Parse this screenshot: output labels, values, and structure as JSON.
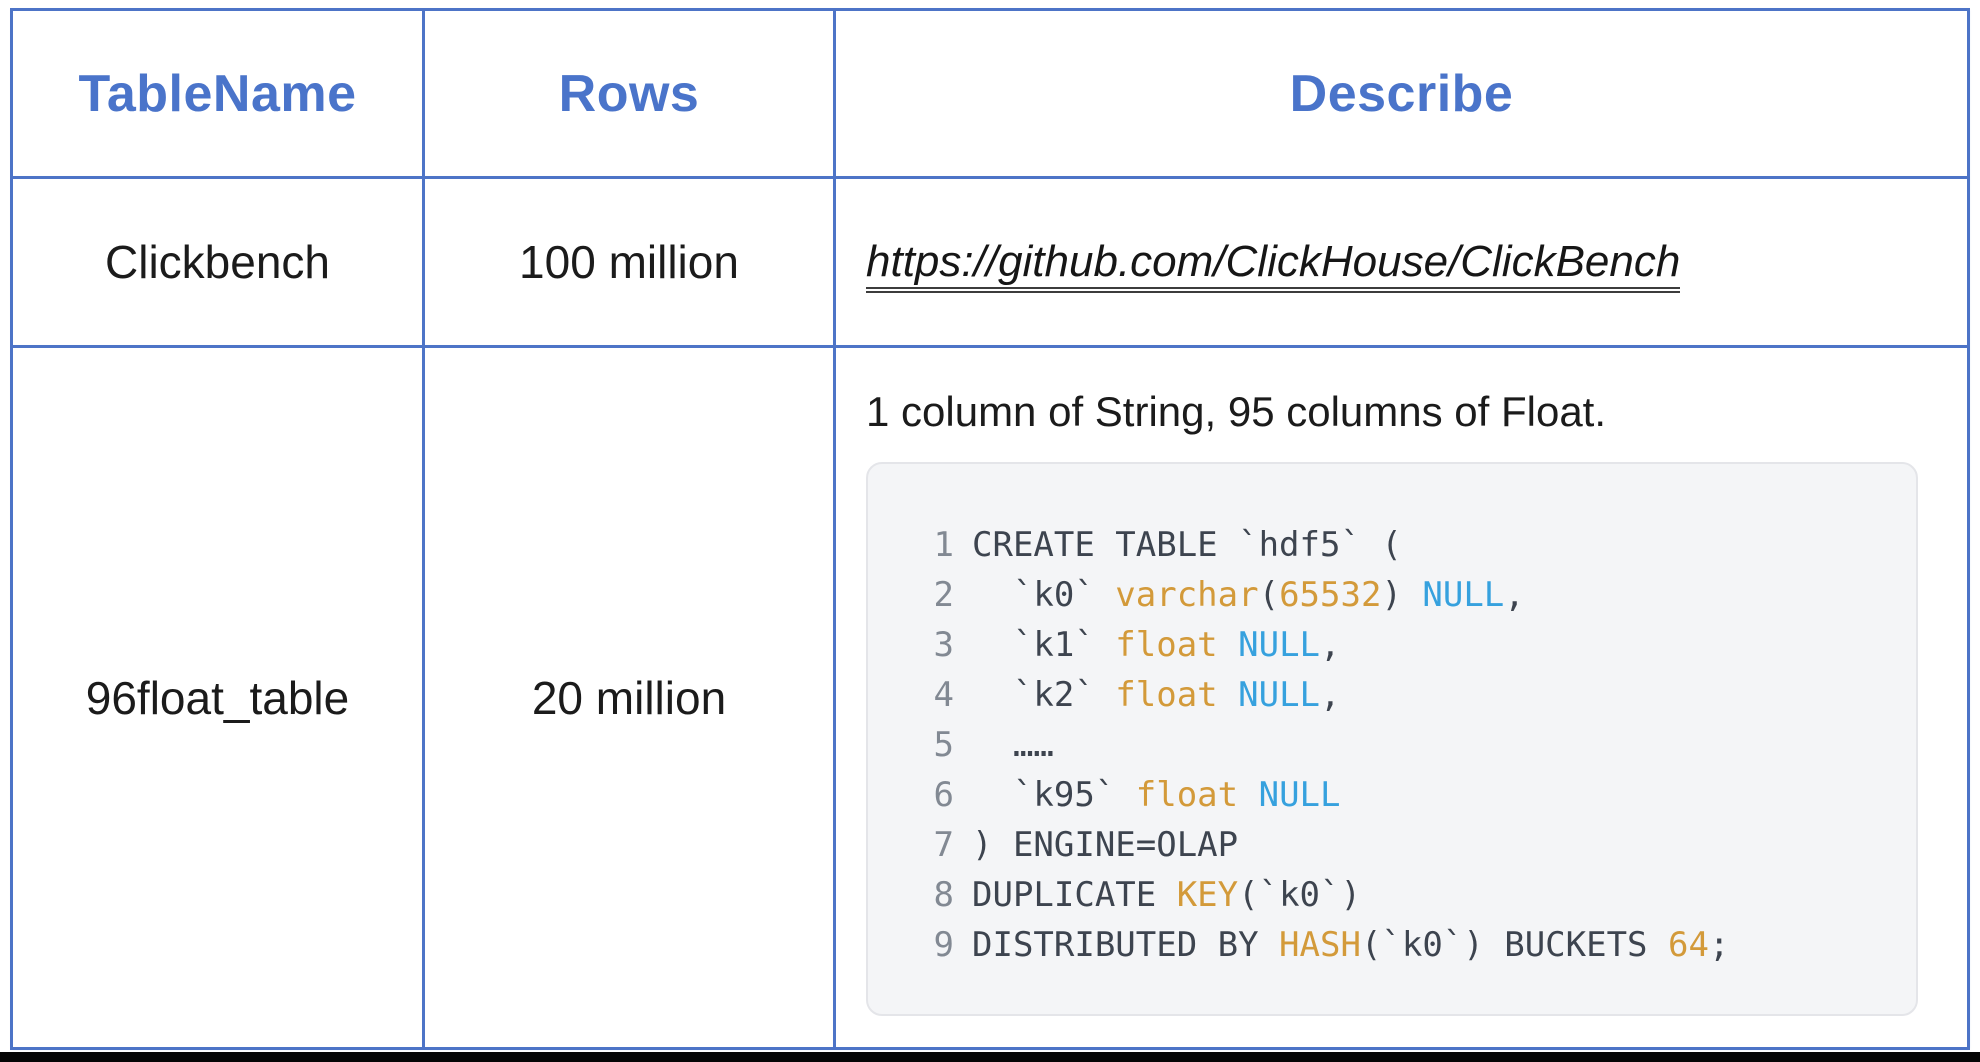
{
  "colors": {
    "border-blue": "#4d74c7",
    "header-blue": "#4a74ca",
    "text-black": "#1b1b1b",
    "code-bg": "#f4f5f7",
    "code-border": "#e4e5e9",
    "code-plain": "#3d444f",
    "code-linenum": "#828993",
    "code-keyword": "#d39a3a",
    "code-number": "#d39a3a",
    "code-null": "#36a1de",
    "bottom-bar": "#050505"
  },
  "table": {
    "headers": [
      {
        "label": "TableName"
      },
      {
        "label": "Rows"
      },
      {
        "label": "Describe"
      }
    ],
    "rows": [
      {
        "table_name": "Clickbench",
        "rows": "100 million",
        "describe_link": "https://github.com/ClickHouse/ClickBench"
      },
      {
        "table_name": "96float_table",
        "rows": "20 million",
        "describe_text": "1 column of String, 95 columns of Float."
      }
    ]
  },
  "code_block": {
    "lines": [
      {
        "num": "1",
        "tokens": [
          [
            "plain",
            "CREATE TABLE `hdf5` ("
          ]
        ]
      },
      {
        "num": "2",
        "tokens": [
          [
            "plain",
            "  `k0` "
          ],
          [
            "keyword",
            "varchar"
          ],
          [
            "plain",
            "("
          ],
          [
            "number",
            "65532"
          ],
          [
            "plain",
            ") "
          ],
          [
            "null",
            "NULL"
          ],
          [
            "plain",
            ","
          ]
        ]
      },
      {
        "num": "3",
        "tokens": [
          [
            "plain",
            "  `k1` "
          ],
          [
            "keyword",
            "float"
          ],
          [
            "plain",
            " "
          ],
          [
            "null",
            "NULL"
          ],
          [
            "plain",
            ","
          ]
        ]
      },
      {
        "num": "4",
        "tokens": [
          [
            "plain",
            "  `k2` "
          ],
          [
            "keyword",
            "float"
          ],
          [
            "plain",
            " "
          ],
          [
            "null",
            "NULL"
          ],
          [
            "plain",
            ","
          ]
        ]
      },
      {
        "num": "5",
        "tokens": [
          [
            "plain",
            "  ……"
          ]
        ]
      },
      {
        "num": "6",
        "tokens": [
          [
            "plain",
            "  `k95` "
          ],
          [
            "keyword",
            "float"
          ],
          [
            "plain",
            " "
          ],
          [
            "null",
            "NULL"
          ]
        ]
      },
      {
        "num": "7",
        "tokens": [
          [
            "plain",
            ") ENGINE=OLAP"
          ]
        ]
      },
      {
        "num": "8",
        "tokens": [
          [
            "plain",
            "DUPLICATE "
          ],
          [
            "keyword",
            "KEY"
          ],
          [
            "plain",
            "(`k0`)"
          ]
        ]
      },
      {
        "num": "9",
        "tokens": [
          [
            "plain",
            "DISTRIBUTED BY "
          ],
          [
            "keyword",
            "HASH"
          ],
          [
            "plain",
            "(`k0`) BUCKETS "
          ],
          [
            "number",
            "64"
          ],
          [
            "plain",
            ";"
          ]
        ]
      }
    ]
  }
}
